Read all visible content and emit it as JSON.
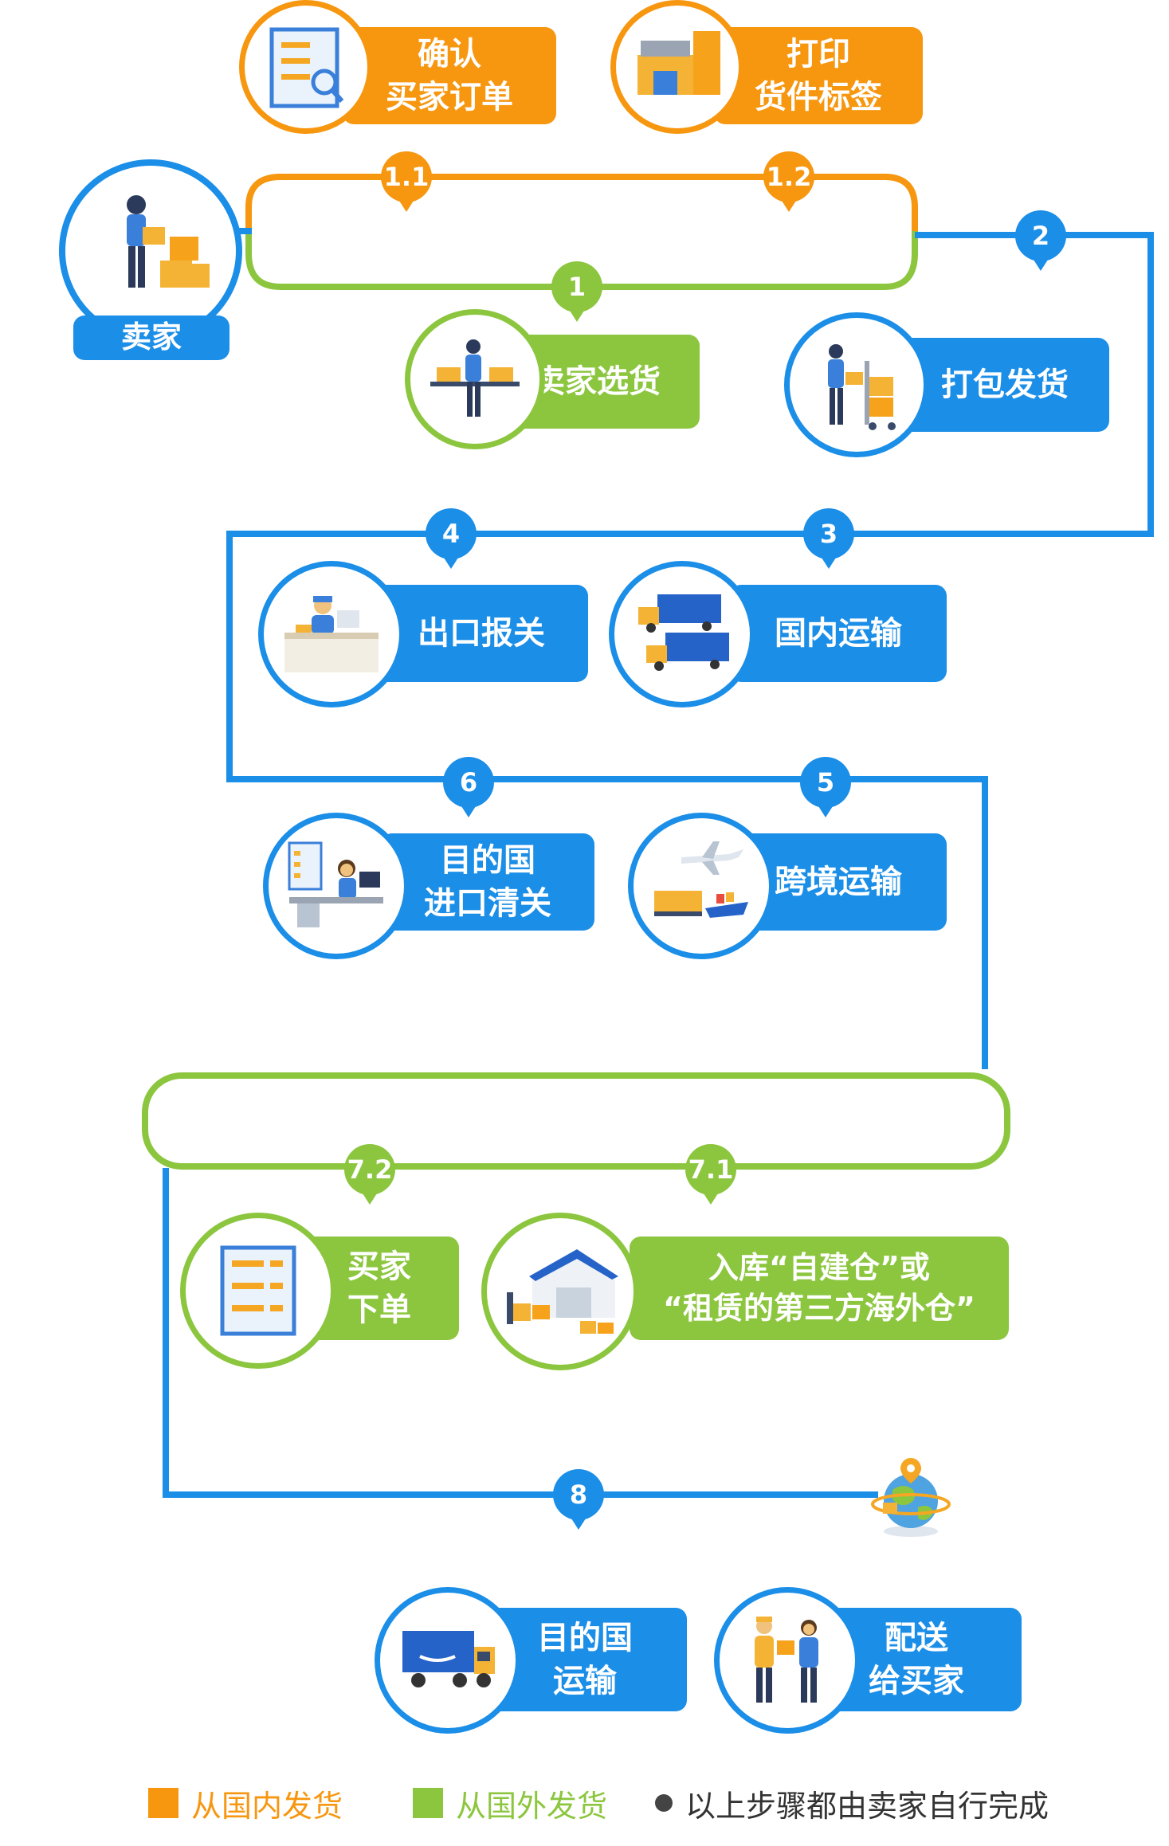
{
  "colors": {
    "blue": "#1b8ee8",
    "orange": "#f7960f",
    "green": "#8cc63f",
    "dark": "#333333"
  },
  "seller": {
    "label": "卖家",
    "icon": "seller-with-boxes-icon"
  },
  "steps": {
    "s1_1": {
      "badge": "1.1",
      "lines": [
        "确认",
        "买家订单"
      ],
      "icon": "order-checklist-icon"
    },
    "s1_2": {
      "badge": "1.2",
      "lines": [
        "打印",
        "货件标签"
      ],
      "icon": "label-printer-icon"
    },
    "s1": {
      "badge": "1",
      "lines": [
        "卖家选货"
      ],
      "icon": "picking-goods-icon"
    },
    "s2": {
      "badge": "2",
      "lines": [
        "打包发货"
      ],
      "icon": "packing-cart-icon"
    },
    "s3": {
      "badge": "3",
      "lines": [
        "国内运输"
      ],
      "icon": "trucks-icon"
    },
    "s4": {
      "badge": "4",
      "lines": [
        "出口报关"
      ],
      "icon": "customs-desk-icon"
    },
    "s5": {
      "badge": "5",
      "lines": [
        "跨境运输"
      ],
      "icon": "plane-ship-icon"
    },
    "s6": {
      "badge": "6",
      "lines": [
        "目的国",
        "进口清关"
      ],
      "icon": "clearance-office-icon"
    },
    "s7_1": {
      "badge": "7.1",
      "lines": [
        "入库“自建仓”或",
        "“租赁的第三方海外仓”"
      ],
      "icon": "warehouse-forklift-icon"
    },
    "s7_2": {
      "badge": "7.2",
      "lines": [
        "买家",
        "下单"
      ],
      "icon": "buyer-order-list-icon"
    },
    "s8": {
      "badge": "8",
      "lines": [],
      "icon": "globe-box-icon"
    },
    "s8a": {
      "lines": [
        "目的国",
        "运输"
      ],
      "icon": "truck-icon"
    },
    "s8b": {
      "lines": [
        "配送",
        "给买家"
      ],
      "icon": "delivery-handover-icon"
    }
  },
  "legend": {
    "domestic": "从国内发货",
    "overseas": "从国外发货",
    "self": "以上步骤都由卖家自行完成"
  }
}
